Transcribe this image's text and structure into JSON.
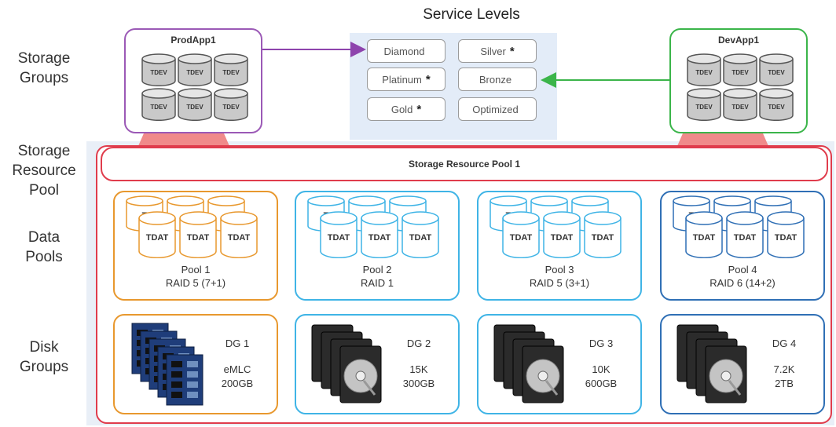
{
  "title": "Service Levels",
  "row_labels": [
    "Storage\nGroups",
    "Storage\nResource\nPool",
    "Data\nPools",
    "Disk\nGroups"
  ],
  "storage_groups": [
    {
      "name": "ProdApp1",
      "color": "#9b59b6",
      "device_label": "TDEV"
    },
    {
      "name": "DevApp1",
      "color": "#3bb54a",
      "device_label": "TDEV"
    }
  ],
  "service_levels": [
    {
      "label": "Diamond",
      "star": ""
    },
    {
      "label": "Silver",
      "star": "*"
    },
    {
      "label": "Platinum",
      "star": "*"
    },
    {
      "label": "Bronze",
      "star": ""
    },
    {
      "label": "Gold",
      "star": "*"
    },
    {
      "label": "Optimized",
      "star": ""
    }
  ],
  "resource_pool": {
    "label": "Storage Resource Pool 1",
    "color": "#e03c4c"
  },
  "data_pools": [
    {
      "device_label": "TDAT",
      "back_label": "T",
      "name": "Pool 1",
      "raid": "RAID 5 (7+1)",
      "color": "#e8982e"
    },
    {
      "device_label": "TDAT",
      "back_label": "T",
      "name": "Pool 2",
      "raid": "RAID 1",
      "color": "#3fb4e6"
    },
    {
      "device_label": "TDAT",
      "back_label": "T",
      "name": "Pool 3",
      "raid": "RAID 5 (3+1)",
      "color": "#3fb4e6"
    },
    {
      "device_label": "TDAT",
      "back_label": "T",
      "name": "Pool 4",
      "raid": "RAID 6 (14+2)",
      "color": "#2f6fb5"
    }
  ],
  "disk_groups": [
    {
      "name": "DG 1",
      "type_line": "eMLC",
      "size_line": "200GB",
      "media": "ssd",
      "color": "#e8982e"
    },
    {
      "name": "DG 2",
      "type_line": "15K",
      "size_line": "300GB",
      "media": "hdd",
      "color": "#3fb4e6"
    },
    {
      "name": "DG 3",
      "type_line": "10K",
      "size_line": "600GB",
      "media": "hdd",
      "color": "#3fb4e6"
    },
    {
      "name": "DG 4",
      "type_line": "7.2K",
      "size_line": "2TB",
      "media": "hdd",
      "color": "#2f6fb5"
    }
  ]
}
